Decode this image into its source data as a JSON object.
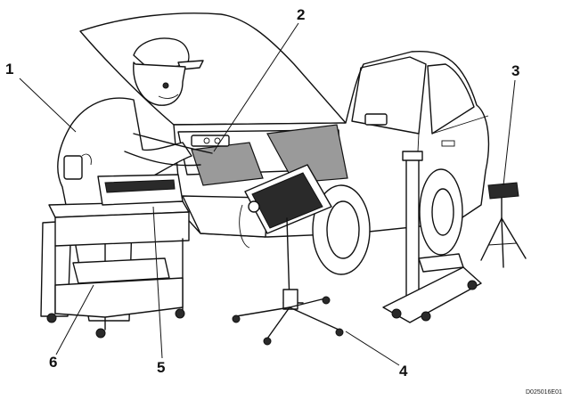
{
  "callouts": [
    "1",
    "2",
    "3",
    "4",
    "5",
    "6"
  ],
  "figure_code": "D025016E01"
}
